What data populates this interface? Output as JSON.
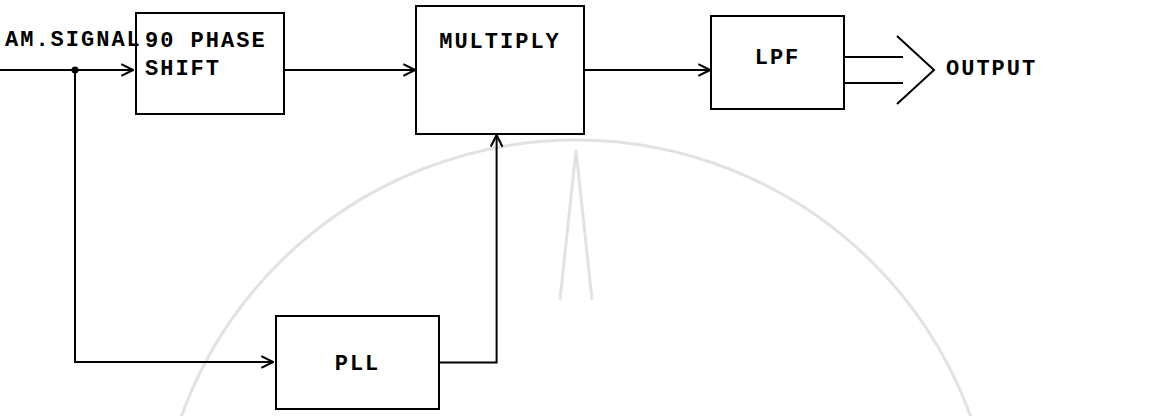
{
  "diagram": {
    "nodes": [
      {
        "text": [
          "90 PHASE SHIFT"
        ]
      },
      {
        "text": [
          "MULTIPLY"
        ]
      },
      {
        "text": [
          "LPF"
        ]
      },
      {
        "text": [
          "PLL"
        ]
      }
    ],
    "edges": [
      {
        "from": 0,
        "to": 1,
        "arrow": "to"
      },
      {
        "from": 1,
        "to": 2,
        "arrow": "to"
      },
      {
        "from": 3,
        "to": 1,
        "arrow": "to"
      }
    ],
    "labels": [
      "AM.SIGNAL",
      "OUTPUT"
    ]
  }
}
